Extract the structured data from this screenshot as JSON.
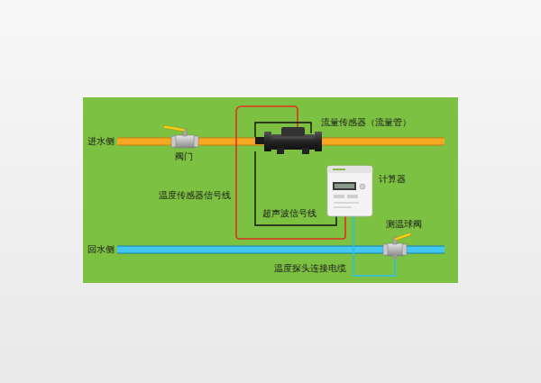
{
  "diagram": {
    "labels": [
      "进水侧",
      "阀门",
      "流量传感器（流量管）",
      "计算器",
      "温度传感器信号线",
      "超声波信号线",
      "回水侧",
      "测温球阀",
      "温度探头连接电缆"
    ]
  }
}
